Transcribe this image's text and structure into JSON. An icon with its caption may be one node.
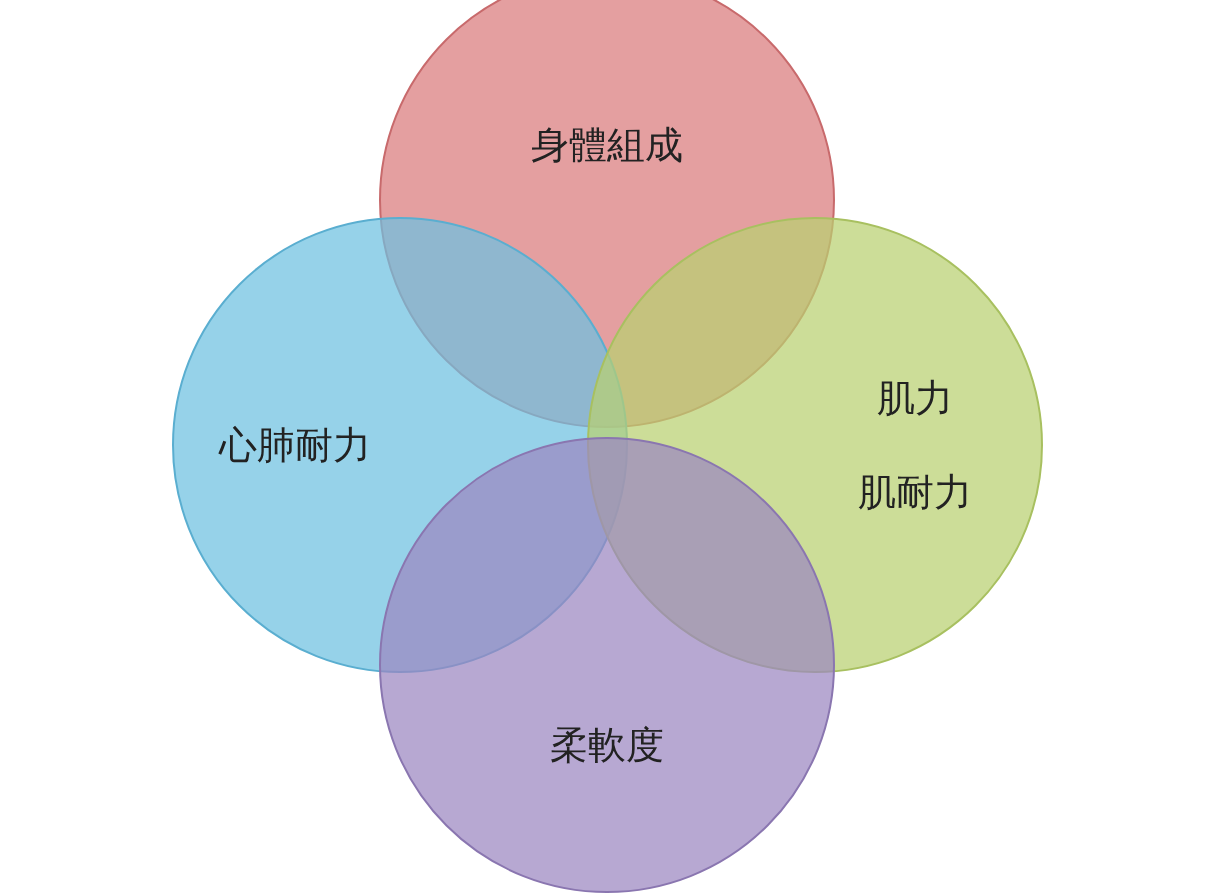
{
  "diagram": {
    "nodes": [
      {
        "text": [
          "身體組成"
        ]
      },
      {
        "text": [
          "心肺耐力"
        ]
      },
      {
        "text": [
          "肌力",
          "肌耐力"
        ]
      },
      {
        "text": [
          "柔軟度"
        ]
      }
    ]
  }
}
